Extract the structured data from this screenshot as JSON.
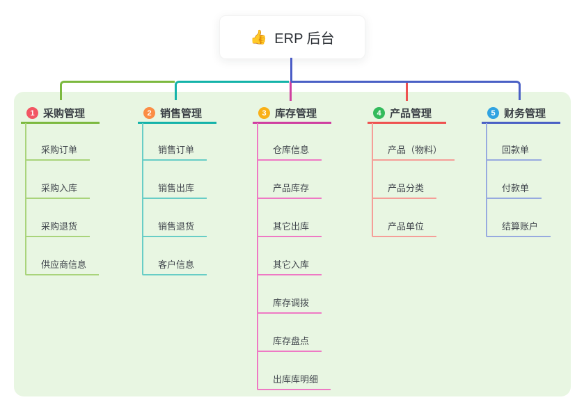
{
  "root": {
    "emoji": "👍",
    "label": "ERP 后台"
  },
  "panel_bg": "#e8f6e2",
  "stem_color": "#4a5cc6",
  "text_colors": {
    "branch": "#3a3f45",
    "child": "#41464d",
    "root": "#2f3338"
  },
  "branches": [
    {
      "label": "采购管理",
      "badge": "1",
      "badge_color": "#f25663",
      "line_color": "#7cb93f",
      "child_line_color": "#a9d47b",
      "children": [
        "采购订单",
        "采购入库",
        "采购退货",
        "供应商信息"
      ]
    },
    {
      "label": "销售管理",
      "badge": "2",
      "badge_color": "#fb8d45",
      "line_color": "#14b3a9",
      "child_line_color": "#68cdc6",
      "children": [
        "销售订单",
        "销售出库",
        "销售退货",
        "客户信息"
      ]
    },
    {
      "label": "库存管理",
      "badge": "3",
      "badge_color": "#f9b017",
      "line_color": "#cf3fa0",
      "child_line_color": "#ee79c4",
      "children": [
        "仓库信息",
        "产品库存",
        "其它出库",
        "其它入库",
        "库存调拨",
        "库存盘点",
        "出库库明细"
      ]
    },
    {
      "label": "产品管理",
      "badge": "4",
      "badge_color": "#33bb5c",
      "line_color": "#ee5250",
      "child_line_color": "#f59e98",
      "children": [
        "产品（物料）",
        "产品分类",
        "产品单位"
      ]
    },
    {
      "label": "财务管理",
      "badge": "5",
      "badge_color": "#30a3e1",
      "line_color": "#4a60c5",
      "child_line_color": "#97aadf",
      "children": [
        "回款单",
        "付款单",
        "结算账户"
      ]
    }
  ]
}
